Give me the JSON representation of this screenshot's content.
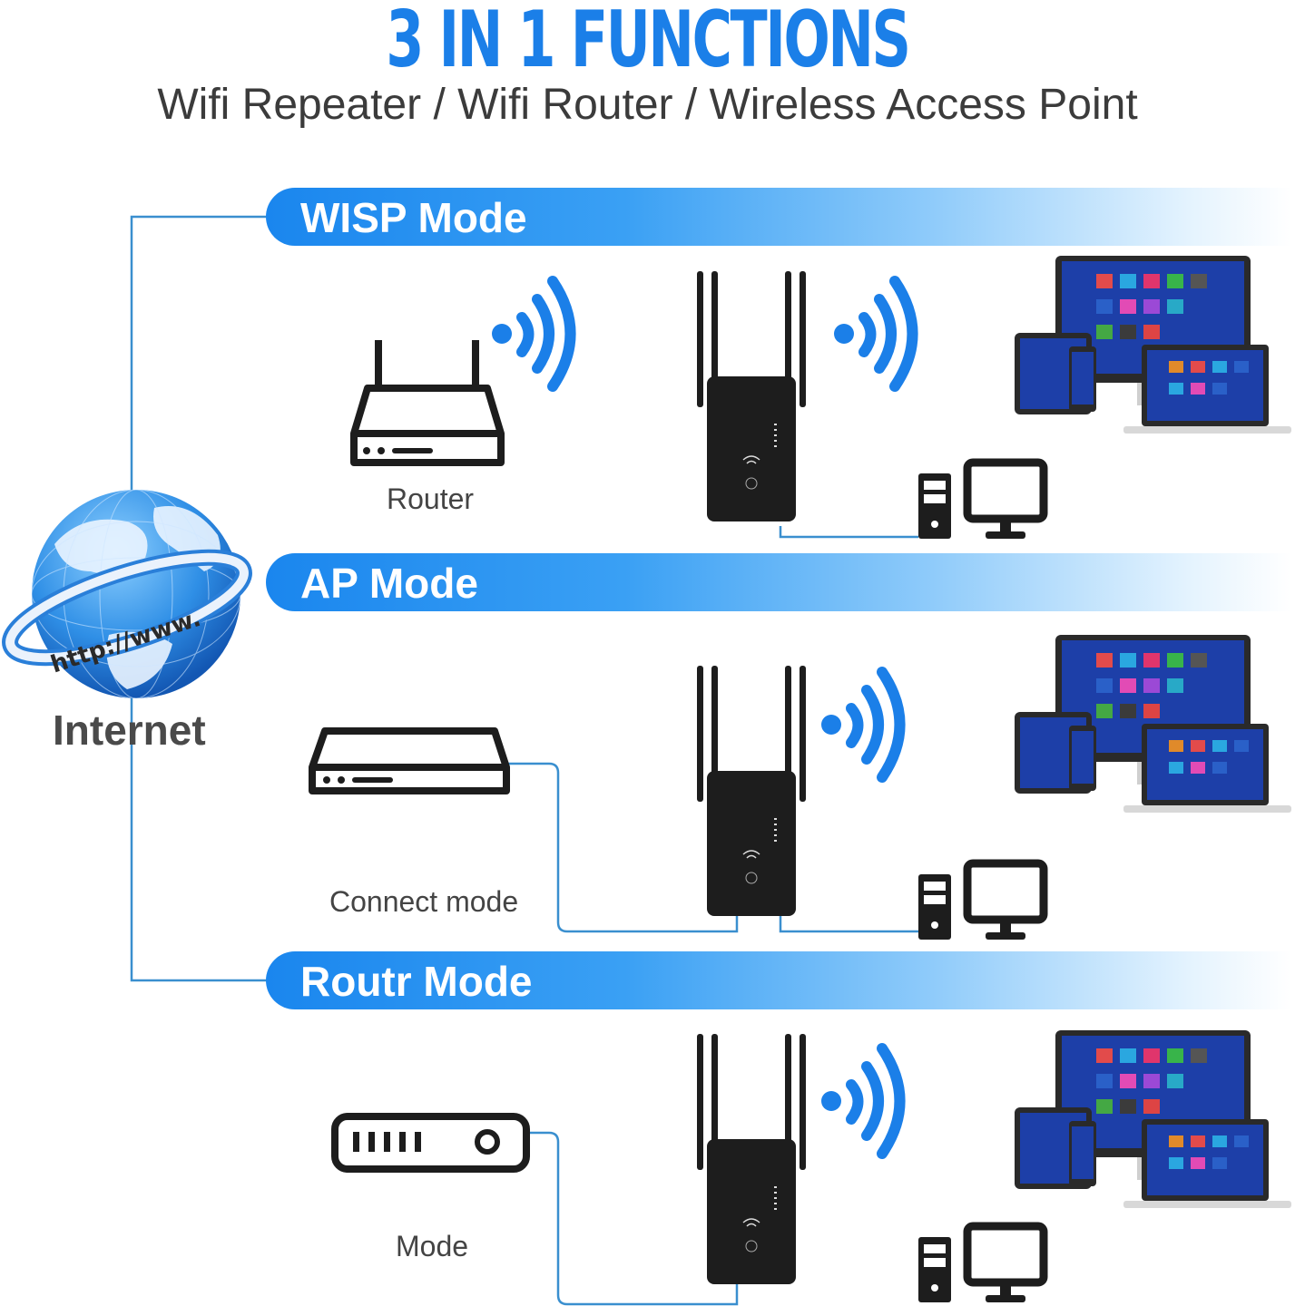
{
  "header": {
    "title": "3 IN 1 FUNCTIONS",
    "subtitle": "Wifi Repeater / Wifi Router / Wireless Access Point"
  },
  "internet": {
    "globe_text": "http://www.",
    "label": "Internet"
  },
  "modes": [
    {
      "title": "WISP Mode",
      "source_label": "Router",
      "source_icon": "wifi-router-icon"
    },
    {
      "title": "AP Mode",
      "source_label": "Connect mode",
      "source_icon": "wired-router-icon"
    },
    {
      "title": "Routr Mode",
      "source_label": "Mode",
      "source_icon": "modem-icon"
    }
  ],
  "colors": {
    "accent": "#1b7fe8",
    "line": "#3a8fcf",
    "device": "#1d1d1d"
  }
}
